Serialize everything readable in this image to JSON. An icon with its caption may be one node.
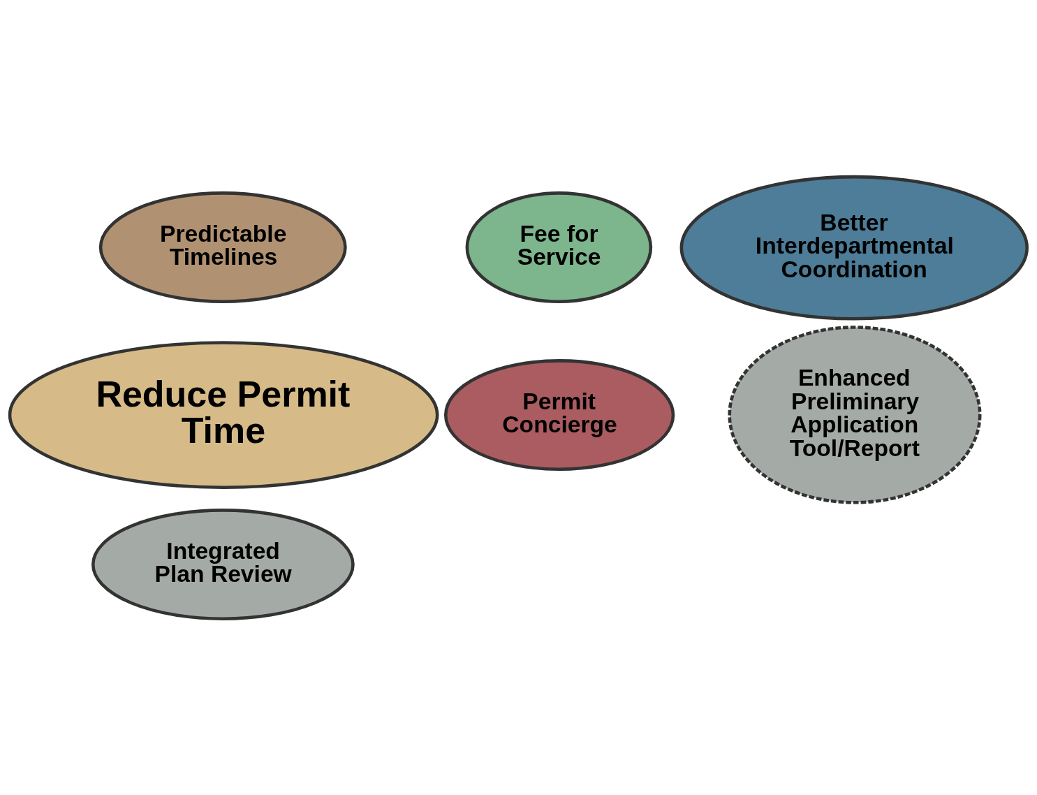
{
  "diagram": {
    "nodes": [
      {
        "text": [
          "Predictable Timelines"
        ]
      },
      {
        "text": [
          "Fee for Service"
        ]
      },
      {
        "text": [
          "Better Interdepartmental Coordination"
        ]
      },
      {
        "text": [
          "Reduce Permit Time"
        ]
      },
      {
        "text": [
          "Permit Concierge"
        ]
      },
      {
        "text": [
          "Enhanced Preliminary Application Tool/Report"
        ]
      },
      {
        "text": [
          "Integrated Plan Review"
        ]
      }
    ],
    "edges": []
  }
}
